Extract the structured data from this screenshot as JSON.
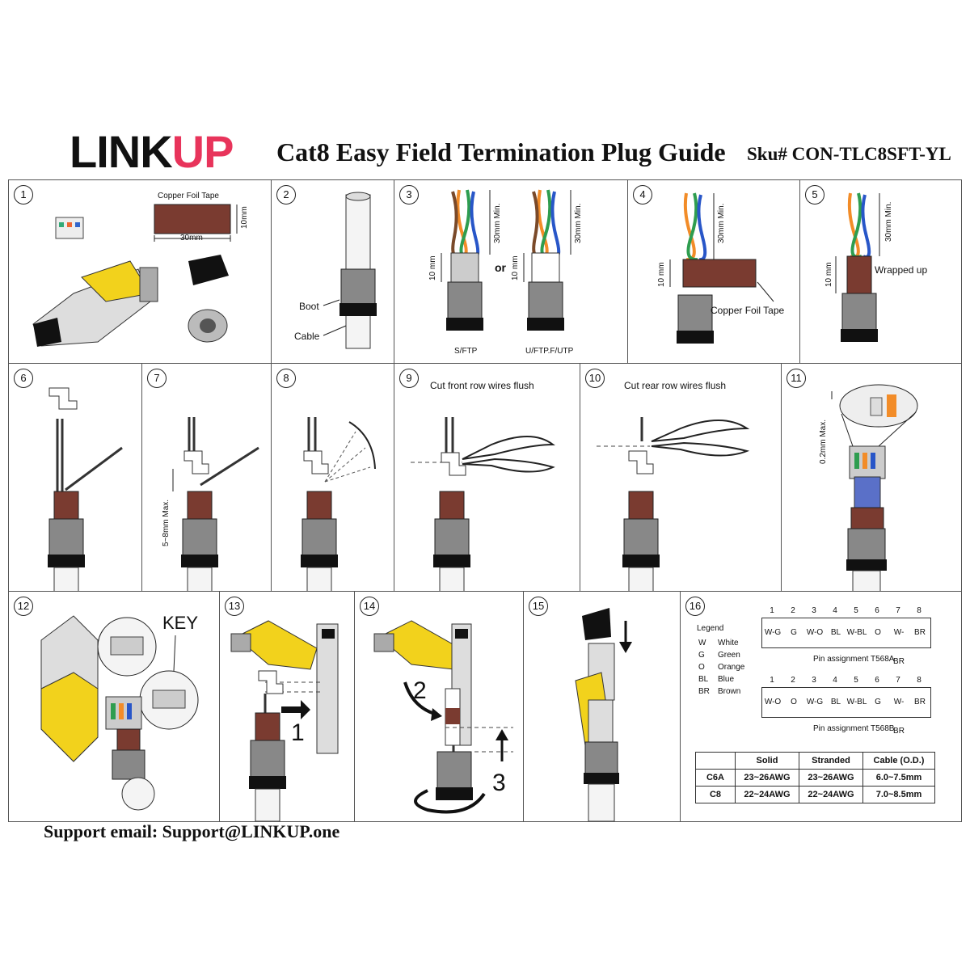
{
  "header": {
    "logo_link": "LINK",
    "logo_up": "UP",
    "title": "Cat8 Easy Field Termination Plug Guide",
    "sku": "Sku# CON-TLC8SFT-YL"
  },
  "footer": {
    "support": "Support email: Support@LINKUP.one"
  },
  "colors": {
    "brand_pink": "#e8345b",
    "foil_brown": "#7a3b30",
    "plug_yellow": "#f2d21c"
  },
  "steps": [
    {
      "num": "1",
      "labels": [
        "Copper Foil Tape",
        "30mm",
        "10mm"
      ]
    },
    {
      "num": "2",
      "labels": [
        "Boot",
        "Cable"
      ]
    },
    {
      "num": "3",
      "labels": [
        "30mm Min.",
        "10 mm",
        "or",
        "10 mm",
        "30mm Min.",
        "S/FTP",
        "U/FTP.F/UTP"
      ]
    },
    {
      "num": "4",
      "labels": [
        "30mm Min.",
        "10 mm",
        "Copper Foil Tape"
      ]
    },
    {
      "num": "5",
      "labels": [
        "30mm Min.",
        "10 mm",
        "Wrapped up"
      ]
    },
    {
      "num": "6",
      "labels": []
    },
    {
      "num": "7",
      "labels": [
        "5~8mm Max."
      ]
    },
    {
      "num": "8",
      "labels": []
    },
    {
      "num": "9",
      "labels": [
        "Cut front row wires flush"
      ]
    },
    {
      "num": "10",
      "labels": [
        "Cut rear row wires flush"
      ]
    },
    {
      "num": "11",
      "labels": [
        "0.2mm Max."
      ]
    },
    {
      "num": "12",
      "labels": [
        "KEY"
      ]
    },
    {
      "num": "13",
      "labels": [
        "1"
      ]
    },
    {
      "num": "14",
      "labels": [
        "2",
        "3"
      ]
    },
    {
      "num": "15",
      "labels": []
    },
    {
      "num": "16",
      "labels": []
    }
  ],
  "legend": {
    "title": "Legend",
    "items": [
      {
        "code": "W",
        "name": "White"
      },
      {
        "code": "G",
        "name": "Green"
      },
      {
        "code": "O",
        "name": "Orange"
      },
      {
        "code": "BL",
        "name": "Blue"
      },
      {
        "code": "BR",
        "name": "Brown"
      }
    ]
  },
  "pins": {
    "numbers": [
      "1",
      "2",
      "3",
      "4",
      "5",
      "6",
      "7",
      "8"
    ],
    "t568a": {
      "cells": [
        "W-G",
        "G",
        "W-O",
        "BL",
        "W-BL",
        "O",
        "W-BR",
        "BR"
      ],
      "caption": "Pin assignment T568A"
    },
    "t568b": {
      "cells": [
        "W-O",
        "O",
        "W-G",
        "BL",
        "W-BL",
        "G",
        "W-BR",
        "BR"
      ],
      "caption": "Pin assignment T568B"
    }
  },
  "cable_table": {
    "headers": [
      "",
      "Solid",
      "Stranded",
      "Cable (O.D.)"
    ],
    "rows": [
      [
        "C6A",
        "23~26AWG",
        "23~26AWG",
        "6.0~7.5mm"
      ],
      [
        "C8",
        "22~24AWG",
        "22~24AWG",
        "7.0~8.5mm"
      ]
    ]
  }
}
